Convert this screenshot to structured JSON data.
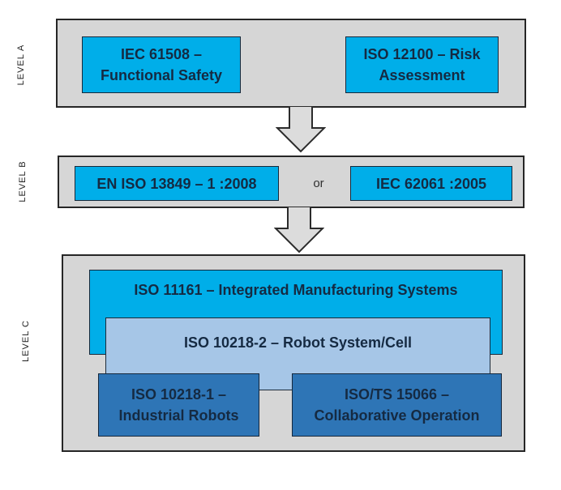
{
  "colors": {
    "cyan_box": "#00AEE9",
    "light_blue_box": "#A6C6E7",
    "dark_blue_box": "#2E75B6",
    "container_gray": "#D6D6D6",
    "arrow_gray": "#DCDCDC",
    "text_dark_navy": "#152A42"
  },
  "level_a": {
    "label": "LEVEL A",
    "box1": {
      "lines": [
        "IEC 61508 –",
        "Functional Safety"
      ]
    },
    "box2": {
      "lines": [
        "ISO 12100 – Risk",
        "Assessment"
      ]
    }
  },
  "level_b": {
    "label": "LEVEL B",
    "box1": "EN ISO 13849 – 1 :2008",
    "connector": "or",
    "box2": "IEC 62061 :2005"
  },
  "level_c": {
    "label": "LEVEL C",
    "box1": "ISO 11161 – Integrated Manufacturing Systems",
    "box2": "ISO 10218-2 – Robot System/Cell",
    "box3": {
      "lines": [
        "ISO 10218-1 –",
        "Industrial Robots"
      ]
    },
    "box4": {
      "lines": [
        "ISO/TS 15066 –",
        "Collaborative Operation"
      ]
    }
  },
  "icons": {
    "arrow_between_a_b": "block-down-arrow",
    "arrow_between_b_c": "block-down-arrow"
  }
}
